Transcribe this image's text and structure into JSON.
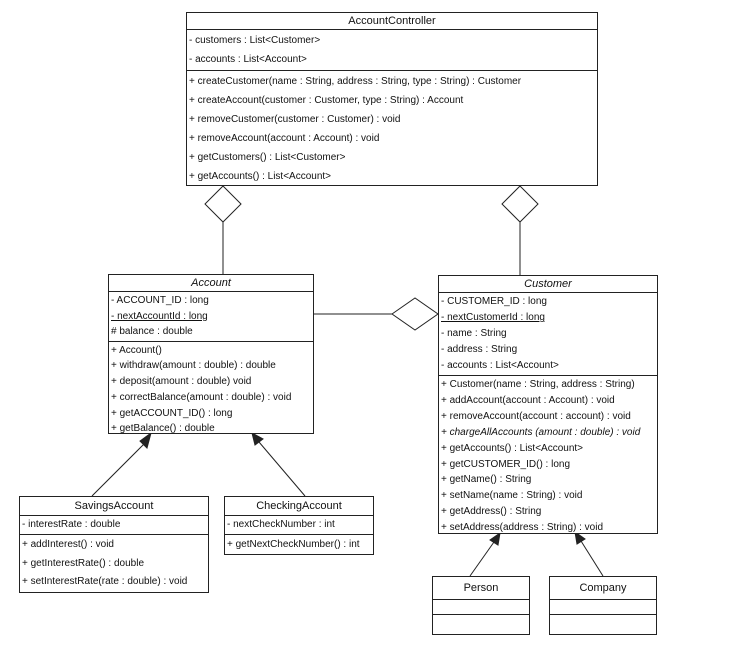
{
  "classes": {
    "account_controller": {
      "name": "AccountController",
      "attributes": [
        "- customers : List<Customer>",
        "- accounts : List<Account>"
      ],
      "operations": [
        "+ createCustomer(name : String, address : String, type : String) : Customer",
        "+ createAccount(customer : Customer, type : String) : Account",
        "+ removeCustomer(customer : Customer) : void",
        "+ removeAccount(account : Account) : void",
        "+ getCustomers() : List<Customer>",
        "+ getAccounts() : List<Account>"
      ]
    },
    "account": {
      "name": "Account",
      "attributes": [
        "- ACCOUNT_ID : long",
        "- nextAccountId : long",
        "# balance : double"
      ],
      "operations": [
        "+ Account()",
        "+ withdraw(amount : double) : double",
        "+ deposit(amount : double) void",
        "+ correctBalance(amount : double) : void",
        "+ getACCOUNT_ID() : long",
        "+ getBalance() : double"
      ]
    },
    "customer": {
      "name": "Customer",
      "attributes": [
        "- CUSTOMER_ID : long",
        "- nextCustomerId : long",
        "- name : String",
        "- address : String",
        "- accounts : List<Account>"
      ],
      "operations": [
        "+ Customer(name : String, address : String)",
        "+ addAccount(account : Account) : void",
        "+ removeAccount(account :  account) : void",
        "+ chargeAllAccounts (amount : double) : void",
        "+ getAccounts() : List<Account>",
        "+ getCUSTOMER_ID() : long",
        "+ getName() : String",
        "+ setName(name : String) : void",
        "+ getAddress() : String",
        "+ setAddress(address : String) : void"
      ]
    },
    "savings_account": {
      "name": "SavingsAccount",
      "attributes": [
        "- interestRate : double"
      ],
      "operations": [
        "+ addInterest() : void",
        "+ getInterestRate() : double",
        "+ setInterestRate(rate : double) : void"
      ]
    },
    "checking_account": {
      "name": "CheckingAccount",
      "attributes": [
        "- nextCheckNumber : int"
      ],
      "operations": [
        "+ getNextCheckNumber() : int"
      ]
    },
    "person": {
      "name": "Person"
    },
    "company": {
      "name": "Company"
    }
  },
  "relationships": [
    {
      "type": "aggregation",
      "whole": "AccountController",
      "part": "Account"
    },
    {
      "type": "aggregation",
      "whole": "AccountController",
      "part": "Customer"
    },
    {
      "type": "aggregation",
      "whole": "Customer",
      "part": "Account"
    },
    {
      "type": "generalization",
      "child": "SavingsAccount",
      "parent": "Account"
    },
    {
      "type": "generalization",
      "child": "CheckingAccount",
      "parent": "Account"
    },
    {
      "type": "generalization",
      "child": "Person",
      "parent": "Customer"
    },
    {
      "type": "generalization",
      "child": "Company",
      "parent": "Customer"
    }
  ]
}
